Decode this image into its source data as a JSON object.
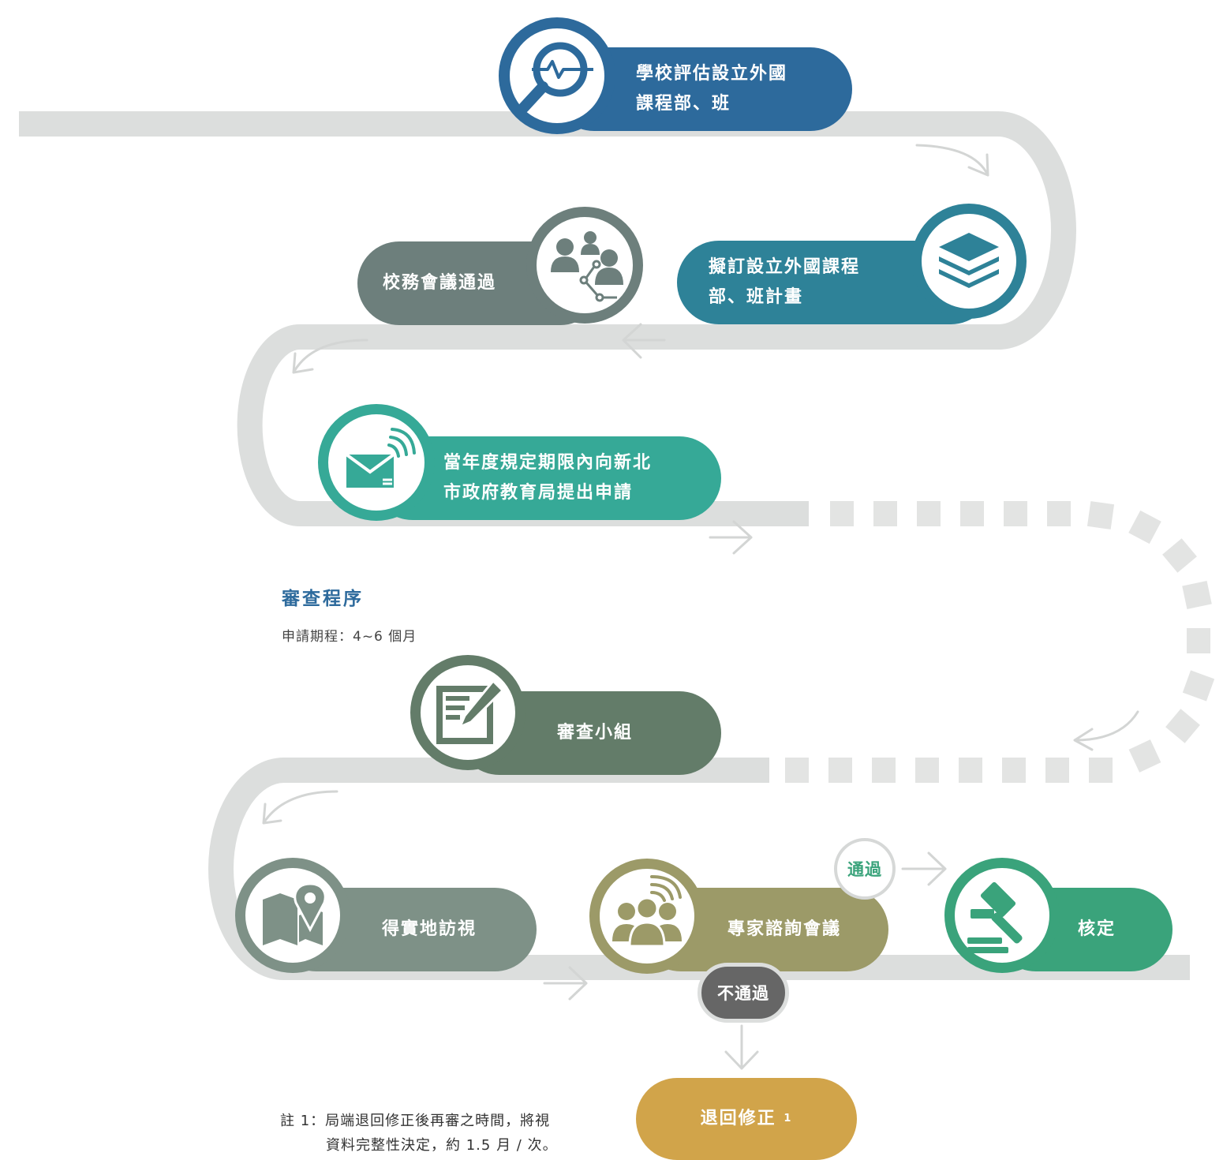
{
  "steps": {
    "assess": {
      "label": "學校評估設立外國\n課程部、班",
      "color": "#2d6a9c"
    },
    "plan": {
      "label": "擬訂設立外國課程\n部、班計畫",
      "color": "#2e8298"
    },
    "meeting": {
      "label": "校務會議通過",
      "color": "#6d7f7c"
    },
    "apply": {
      "label": "當年度規定期限內向新北\n市政府教育局提出申請",
      "color": "#36a997"
    },
    "review": {
      "label": "審查小組",
      "color": "#637c69"
    },
    "visit": {
      "label": "得實地訪視",
      "color": "#7e9187"
    },
    "consult": {
      "label": "專家諮詢會議",
      "color": "#9c9a68"
    },
    "approve": {
      "label": "核定",
      "color": "#3aa37b"
    },
    "revise": {
      "label": "退回修正",
      "sup": "1",
      "color": "#d1a44a"
    }
  },
  "decision": {
    "pass": "通過",
    "fail": "不通過"
  },
  "section": {
    "title": "審查程序",
    "period": "申請期程：4~6 個月"
  },
  "note": {
    "line1": "註 1：局端退回修正後再審之時間，將視",
    "line2": "資料完整性決定，約 1.5 月 / 次。"
  },
  "icons": [
    "magnifier-pulse-icon",
    "layers-icon",
    "people-network-icon",
    "mail-signal-icon",
    "edit-document-icon",
    "map-pin-icon",
    "audience-icon",
    "gavel-icon"
  ]
}
